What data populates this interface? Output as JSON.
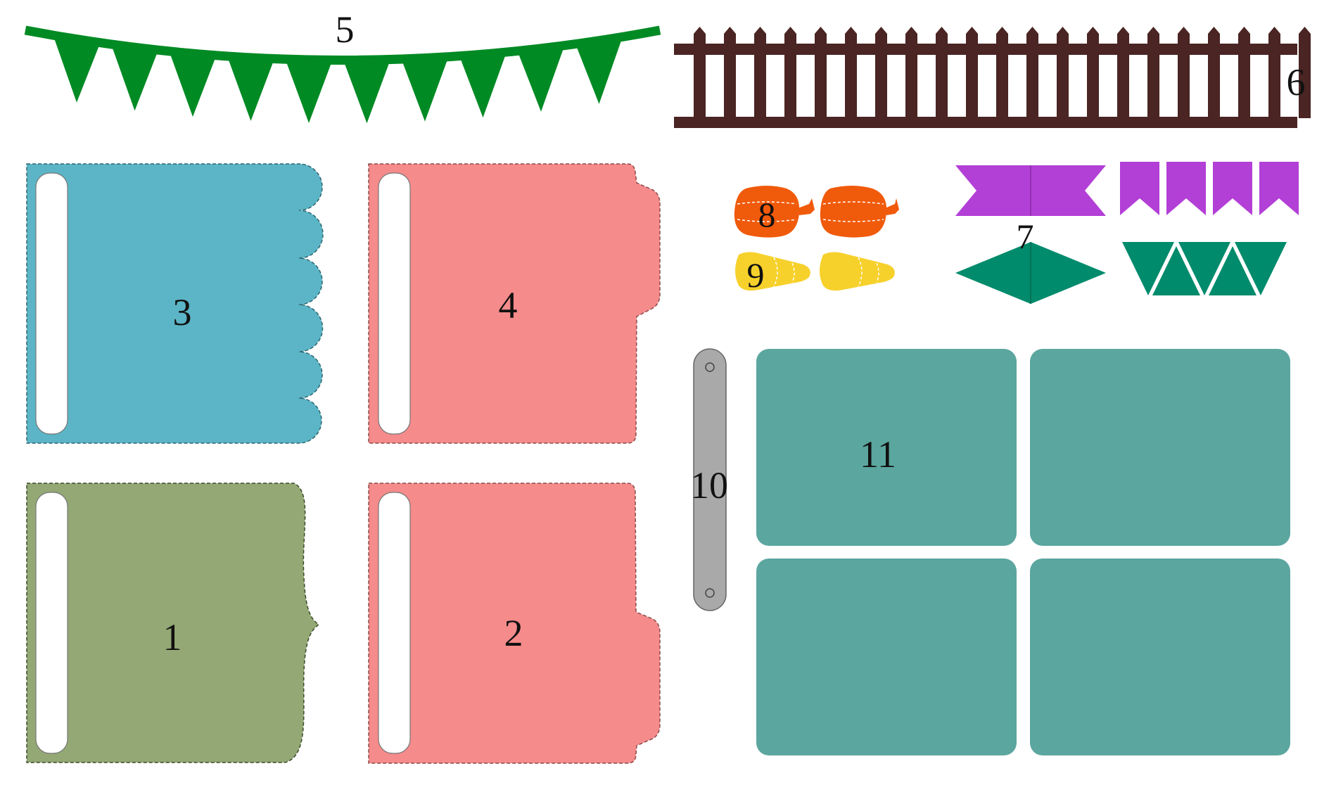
{
  "labels": {
    "bunting": "5",
    "fence": "6",
    "pennants": "7",
    "pumpkins": "8",
    "candy_corn": "9",
    "strap": "10",
    "cards": "11",
    "scallop_page": "3",
    "tab_page_top": "4",
    "bracket_page": "1",
    "tab_page_bottom": "2"
  },
  "colors": {
    "green_bunting": "#008a24",
    "fence_brown": "#4a2523",
    "blue_page": "#5bb5c6",
    "pink_page": "#f58b8b",
    "olive_page": "#93a874",
    "orange_pumpkin": "#f05a0b",
    "yellow_candy": "#f7d12b",
    "purple_banner": "#b23fd6",
    "teal_diamond": "#008b6c",
    "gray_strap": "#a9a9a9",
    "teal_card": "#5ba69f"
  }
}
